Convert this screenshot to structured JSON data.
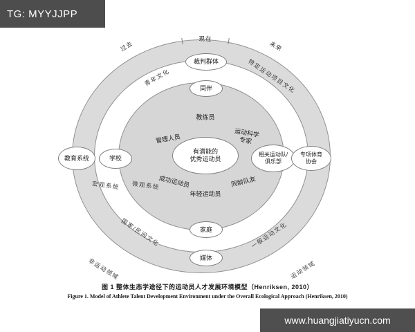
{
  "watermarks": {
    "top": "TG: MYYJJPP",
    "bottom": "www.huangjiatiyucn.com"
  },
  "time": {
    "past": "过去",
    "present": "现在",
    "future": "未来"
  },
  "rings": {
    "youth_culture": "青年文化",
    "specific_sport_culture": "特定运动项目文化",
    "macro_system": "宏观系统",
    "micro_system": "微观系统",
    "national_folk_culture": "国家/民间文化",
    "general_sport_culture": "一般运动文化",
    "non_sport_domain": "非运动领域",
    "sport_domain": "运动领域"
  },
  "nodes": {
    "referee_group": "裁判群体",
    "peers": "同伴",
    "coaches": "教练员",
    "managers": "管理人员",
    "sport_science_experts": "运动科学\n专家",
    "center_athlete": "有潜能的\n优秀运动员",
    "successful_athletes": "成功运动员",
    "same_age_teammates": "同龄队友",
    "young_athletes": "年轻运动员",
    "family": "家庭",
    "media": "媒体",
    "education_system": "教育系统",
    "school": "学校",
    "related_teams_clubs": "相关运动队/\n俱乐部",
    "special_sport_association": "专项体育\n协会"
  },
  "caption": {
    "cn": "图 1  整体生态学途径下的运动员人才发展环境模型（Henriksen, 2010）",
    "en": "Figure 1.  Model of Athlete Talent Development Environment under the Overall Ecological Approach (Henriksen, 2010)"
  }
}
